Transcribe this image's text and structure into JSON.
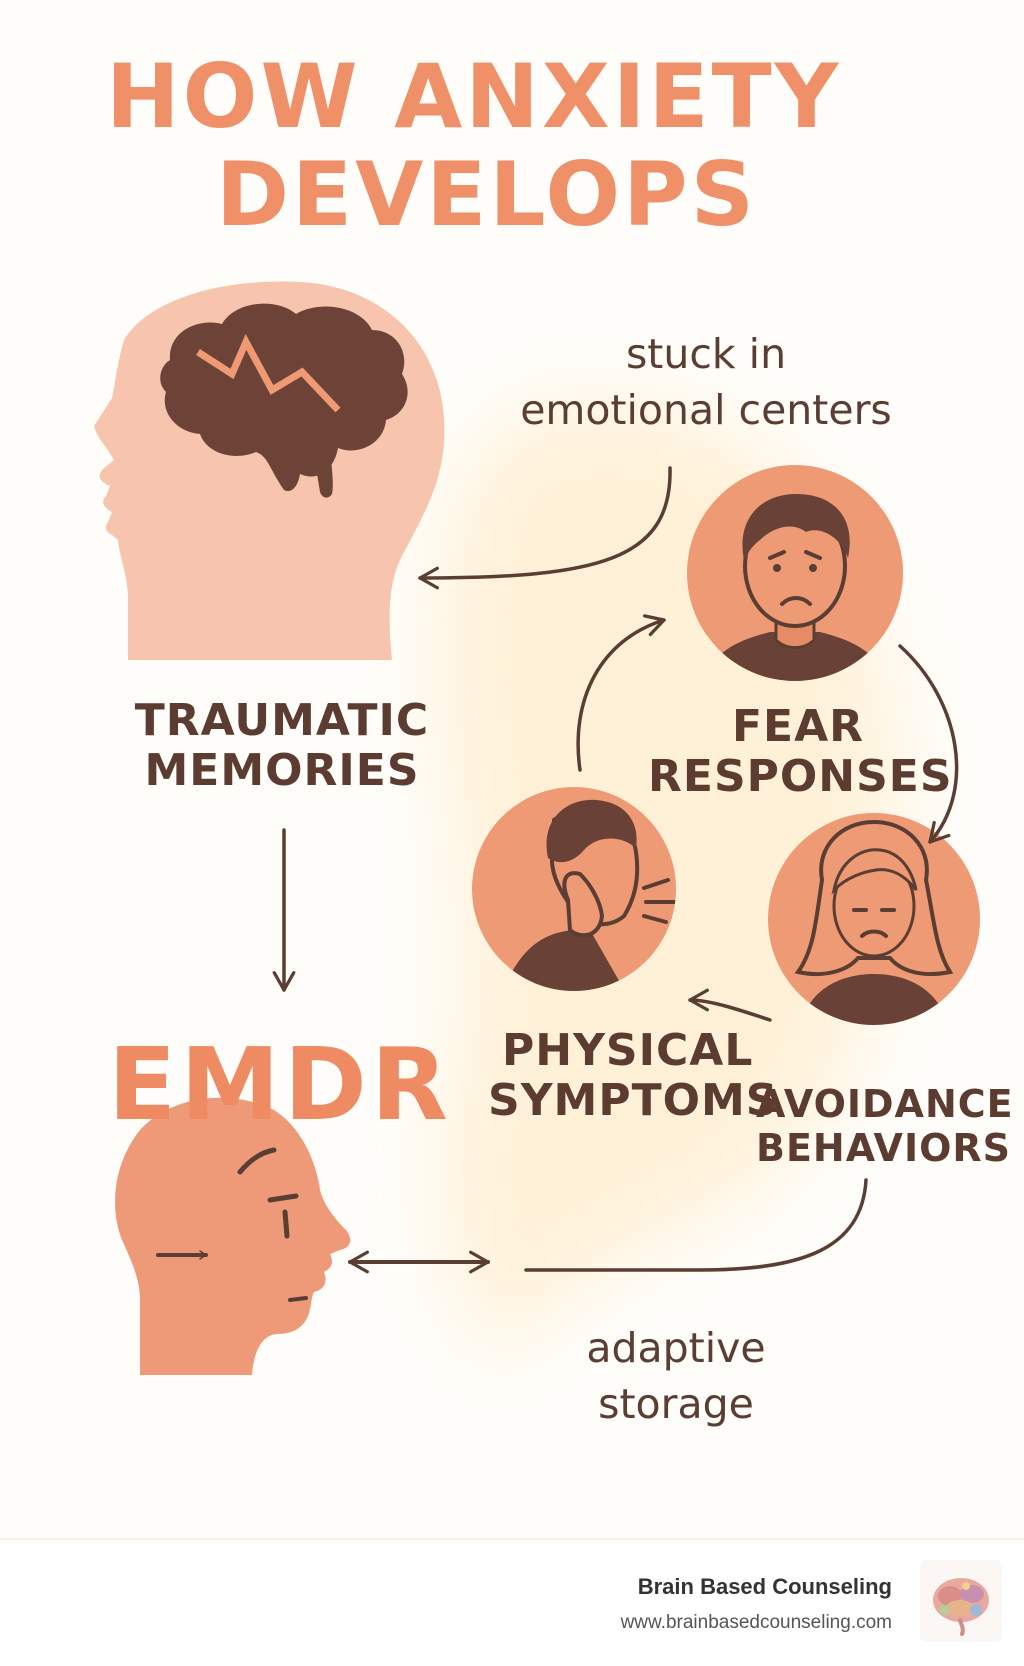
{
  "title": {
    "line1": "HOW ANXIETY",
    "line2": "DEVELOPS"
  },
  "notes": {
    "stuck": {
      "line1": "stuck in",
      "line2": "emotional centers"
    },
    "adaptive": {
      "line1": "adaptive",
      "line2": "storage"
    }
  },
  "labels": {
    "traumatic": {
      "line1": "TRAUMATIC",
      "line2": "MEMORIES"
    },
    "fear": {
      "line1": "FEAR",
      "line2": "RESPONSES"
    },
    "physical": {
      "line1": "PHYSICAL",
      "line2": "SYMPTOMS"
    },
    "avoidance": {
      "line1": "AVOIDANCE",
      "line2": "BEHAVIORS"
    },
    "emdr": "EMDR"
  },
  "icons": {
    "brain_head": "head-with-brain-lightning-icon",
    "fear_face": "worried-man-icon",
    "physical_face": "coughing-person-icon",
    "avoidance_face": "sad-woman-icon",
    "emdr_head": "head-eye-movement-icon"
  },
  "colors": {
    "title": "#ef9068",
    "label_text": "#5c3b30",
    "circle_fill": "#ee9a75",
    "head_light": "#f7c5ad",
    "head_dark": "#ee9a78",
    "brain": "#6e4337",
    "arrow": "#5a3d33",
    "glow": "#fff3dc"
  },
  "footer": {
    "brand_name": "Brain Based Counseling",
    "brand_url": "www.brainbasedcounseling.com"
  }
}
